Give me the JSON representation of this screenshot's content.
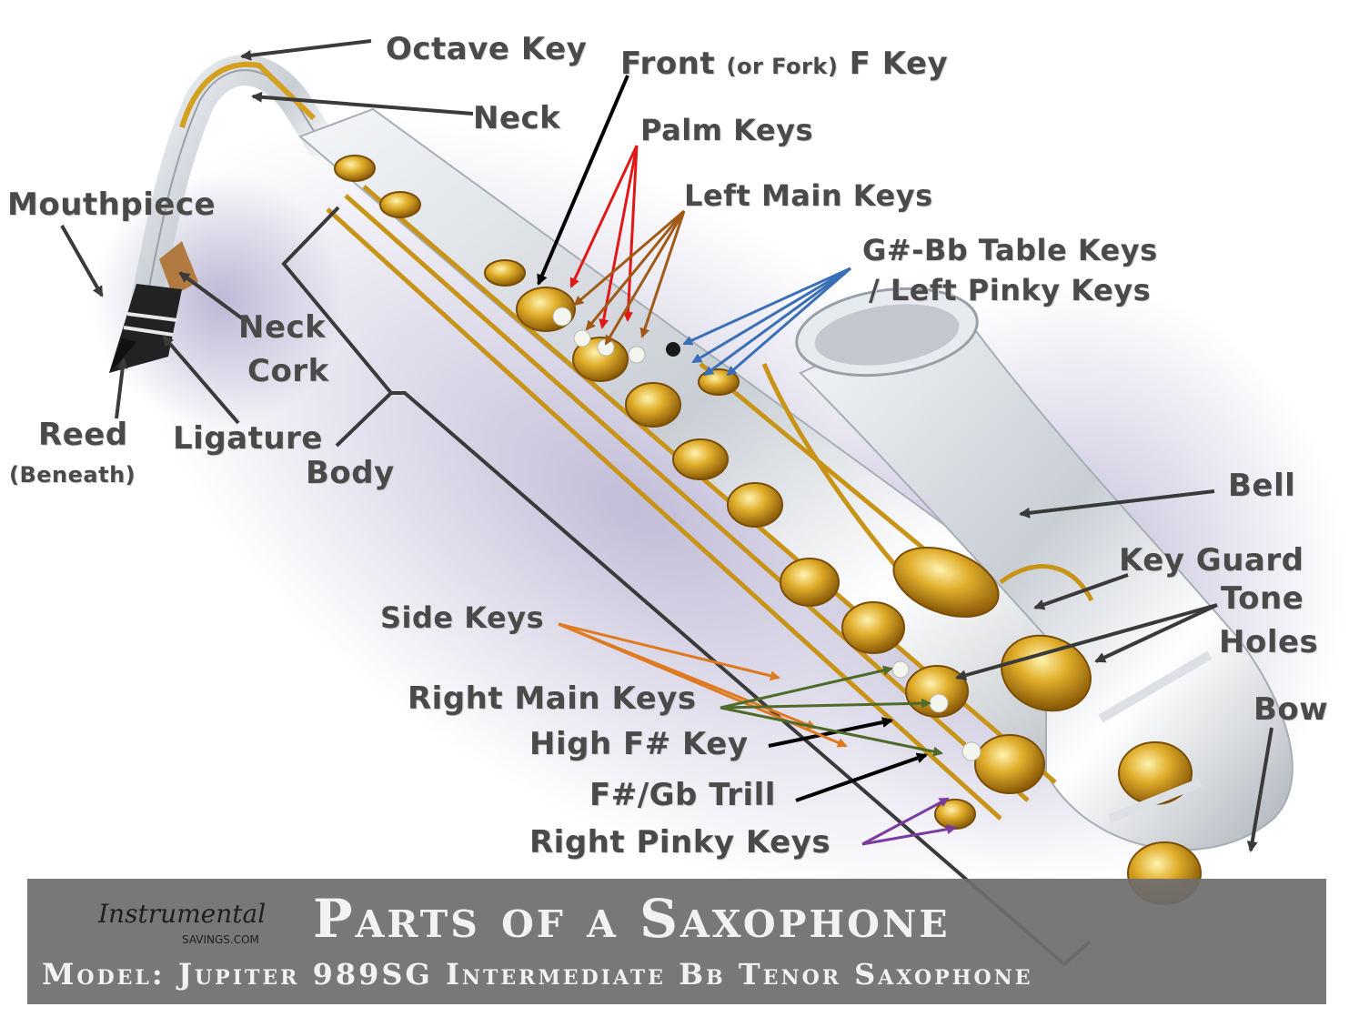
{
  "labels": {
    "octave_key": "Octave Key",
    "front_f_key_main": "Front",
    "front_f_key_paren": "(or Fork)",
    "front_f_key_end": "F Key",
    "neck": "Neck",
    "palm_keys": "Palm Keys",
    "mouthpiece": "Mouthpiece",
    "left_main_keys": "Left Main Keys",
    "table_keys_line1": "G#-Bb Table Keys",
    "table_keys_line2": "/ Left Pinky Keys",
    "neck_cork_line1": "Neck",
    "neck_cork_line2": "Cork",
    "reed": "Reed",
    "reed_note": "(Beneath)",
    "ligature": "Ligature",
    "body": "Body",
    "bell": "Bell",
    "key_guard": "Key Guard",
    "tone_holes_line1": "Tone",
    "tone_holes_line2": "Holes",
    "side_keys": "Side Keys",
    "right_main_keys": "Right Main Keys",
    "high_fsharp_key": "High F# Key",
    "fsharp_gb_trill": "F#/Gb Trill",
    "bow": "Bow",
    "right_pinky_keys": "Right Pinky Keys"
  },
  "banner": {
    "title": "Parts of a Saxophone",
    "subtitle": "Model:  Jupiter  989SG  Intermediate Bb  Tenor  Saxophone",
    "logo_word": "Instrumental",
    "logo_site": "SAVINGS.COM"
  },
  "colors": {
    "label_text": "#4a4a4a",
    "arrow_gray": "#3a3a3a",
    "arrow_black": "#000000",
    "arrow_red": "#e01818",
    "arrow_brown": "#a05a18",
    "arrow_blue": "#3a6fb8",
    "arrow_orange": "#e07a20",
    "arrow_green": "#4f6b2a",
    "arrow_purple": "#7a3aa0",
    "body_silver": "#d9dde2",
    "keys_gold": "#d4a020",
    "banner_bg": "#6e6e6e"
  }
}
